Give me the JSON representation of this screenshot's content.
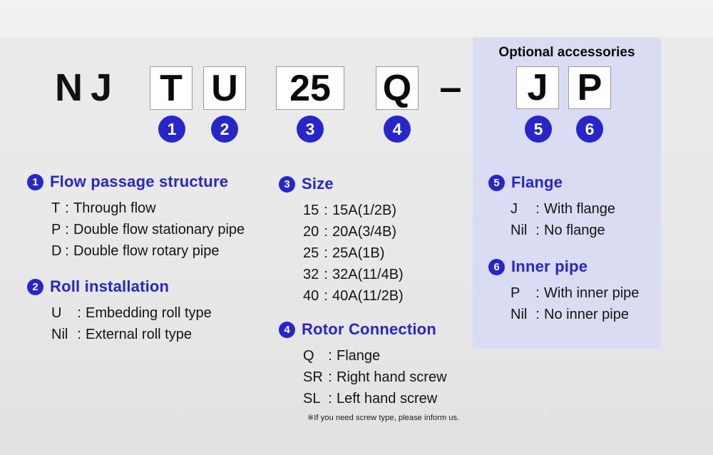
{
  "code": {
    "prefix": "NJ",
    "separator": "–",
    "boxed_segments": [
      {
        "value": "T",
        "marker": "1"
      },
      {
        "value": "U",
        "marker": "2"
      },
      {
        "value": "25",
        "marker": "3"
      },
      {
        "value": "Q",
        "marker": "4"
      }
    ],
    "optional": {
      "label": "Optional accessories",
      "segments": [
        {
          "value": "J",
          "marker": "5"
        },
        {
          "value": "P",
          "marker": "6"
        }
      ]
    }
  },
  "ui": {
    "colon": ":"
  },
  "sections": [
    {
      "num": "1",
      "title": "Flow passage structure",
      "items": [
        {
          "key": "T",
          "desc": "Through flow"
        },
        {
          "key": "P",
          "desc": "Double flow stationary pipe"
        },
        {
          "key": "D",
          "desc": "Double flow rotary pipe"
        }
      ]
    },
    {
      "num": "2",
      "title": "Roll installation",
      "items": [
        {
          "key": "U",
          "desc": "Embedding roll type"
        },
        {
          "key": "Nil",
          "desc": "External roll type"
        }
      ]
    },
    {
      "num": "3",
      "title": "Size",
      "items": [
        {
          "key": "15",
          "desc": "15A(1/2B)"
        },
        {
          "key": "20",
          "desc": "20A(3/4B)"
        },
        {
          "key": "25",
          "desc": "25A(1B)"
        },
        {
          "key": "32",
          "desc": "32A(11/4B)"
        },
        {
          "key": "40",
          "desc": "40A(11/2B)"
        }
      ]
    },
    {
      "num": "4",
      "title": "Rotor Connection",
      "items": [
        {
          "key": "Q",
          "desc": "Flange"
        },
        {
          "key": "SR",
          "desc": "Right hand screw"
        },
        {
          "key": "SL",
          "desc": "Left hand screw"
        }
      ],
      "note": "※If you need screw type, please inform us."
    },
    {
      "num": "5",
      "title": "Flange",
      "items": [
        {
          "key": "J",
          "desc": "With flange"
        },
        {
          "key": "Nil",
          "desc": "No flange"
        }
      ]
    },
    {
      "num": "6",
      "title": "Inner pipe",
      "items": [
        {
          "key": "P",
          "desc": "With inner pipe"
        },
        {
          "key": "Nil",
          "desc": "No inner pipe"
        }
      ]
    }
  ],
  "colors": {
    "accent_blue": "#2626cb",
    "panel_lavender": "#dadcf4",
    "box_border": "#9a9a9a",
    "background_top": "#f2f2f2",
    "background_bottom": "#e1e1e1",
    "text": "#111111"
  }
}
